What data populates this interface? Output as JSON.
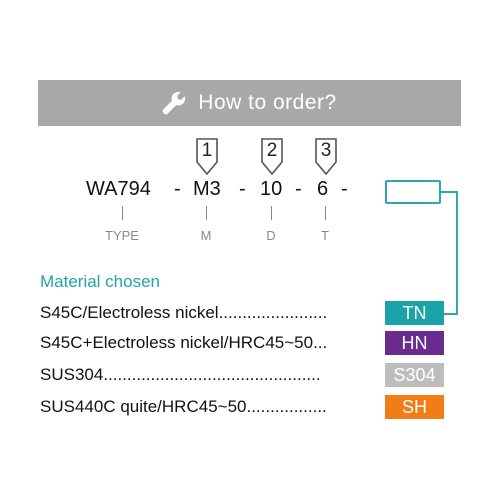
{
  "header": {
    "title": "How to order?",
    "icon": "wrench-icon"
  },
  "markers": [
    "1",
    "2",
    "3"
  ],
  "code": {
    "type": "WA794",
    "sep1": "-",
    "m": "M3",
    "sep2": "-",
    "d": "10",
    "sep3": "-",
    "t": "6",
    "sep4": "-"
  },
  "labels": {
    "type": "TYPE",
    "m": "M",
    "d": "D",
    "t": "T"
  },
  "material": {
    "title": "Material chosen",
    "items": [
      {
        "text": "S45C/Electroless nickel.......................",
        "code": "TN",
        "color": "#1aa3a8"
      },
      {
        "text": "S45C+Electroless nickel/HRC45~50...",
        "code": "HN",
        "color": "#6a2b8e"
      },
      {
        "text": "SUS304..............................................",
        "code": "S304",
        "color": "#bdbdbd"
      },
      {
        "text": "SUS440C quite/HRC45~50.................",
        "code": "SH",
        "color": "#f07d16"
      }
    ]
  },
  "colors": {
    "accent": "#2aa8b0",
    "header_bg": "#a8a8a8"
  }
}
